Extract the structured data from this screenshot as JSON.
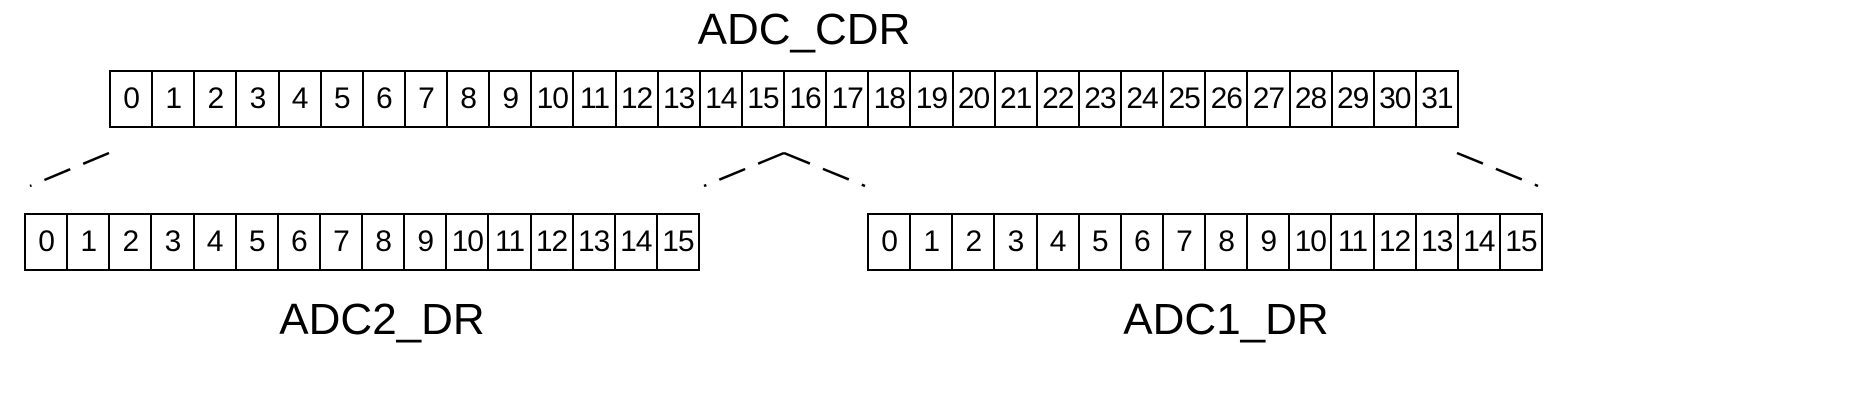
{
  "registers": {
    "cdr": {
      "title": "ADC_CDR",
      "bits": [
        "0",
        "1",
        "2",
        "3",
        "4",
        "5",
        "6",
        "7",
        "8",
        "9",
        "10",
        "11",
        "12",
        "13",
        "14",
        "15",
        "16",
        "17",
        "18",
        "19",
        "20",
        "21",
        "22",
        "23",
        "24",
        "25",
        "26",
        "27",
        "28",
        "29",
        "30",
        "31"
      ]
    },
    "adc2": {
      "title": "ADC2_DR",
      "bits": [
        "0",
        "1",
        "2",
        "3",
        "4",
        "5",
        "6",
        "7",
        "8",
        "9",
        "10",
        "11",
        "12",
        "13",
        "14",
        "15"
      ]
    },
    "adc1": {
      "title": "ADC1_DR",
      "bits": [
        "0",
        "1",
        "2",
        "3",
        "4",
        "5",
        "6",
        "7",
        "8",
        "9",
        "10",
        "11",
        "12",
        "13",
        "14",
        "15"
      ]
    }
  },
  "colors": {
    "line": "#000000",
    "background": "#ffffff"
  }
}
